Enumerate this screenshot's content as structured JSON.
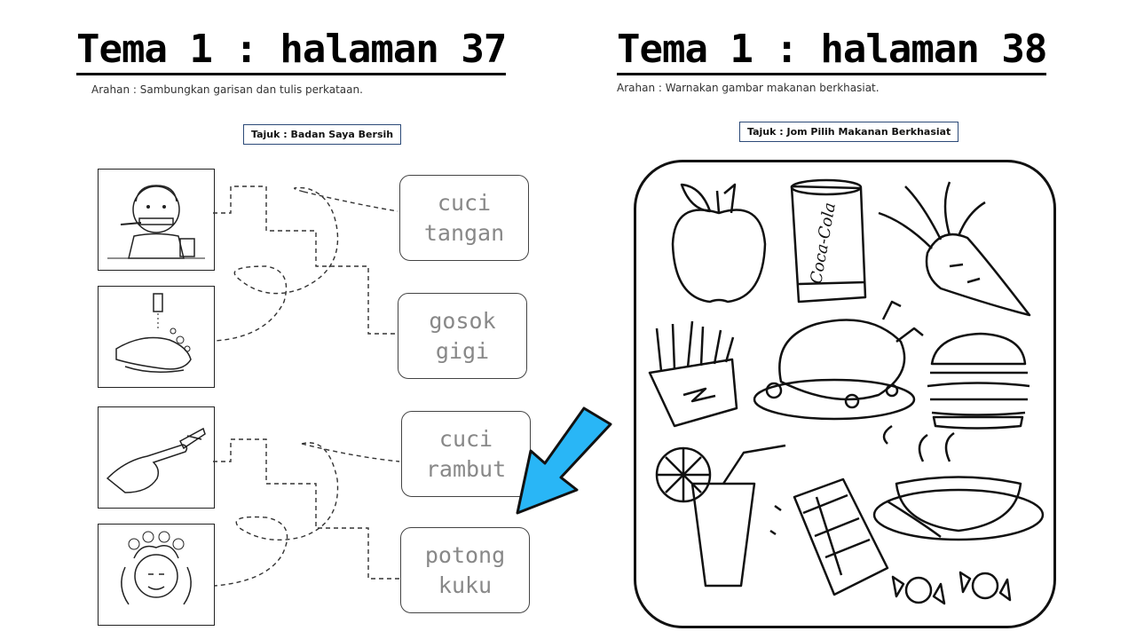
{
  "left": {
    "title": "Tema 1 : halaman 37",
    "instruction": "Arahan : Sambungkan garisan dan tulis perkataan.",
    "topic": "Tajuk : Badan Saya Bersih",
    "pictures": [
      "brushing-teeth",
      "washing-hands",
      "cutting-nails",
      "washing-hair"
    ],
    "words": [
      {
        "line1": "cuci",
        "line2": "tangan"
      },
      {
        "line1": "gosok",
        "line2": "gigi"
      },
      {
        "line1": "cuci",
        "line2": "rambut"
      },
      {
        "line1": "potong",
        "line2": "kuku"
      }
    ]
  },
  "right": {
    "title": "Tema 1 : halaman 38",
    "instruction": "Arahan : Warnakan gambar makanan berkhasiat.",
    "topic": "Tajuk : Jom Pilih Makanan Berkhasiat",
    "can_label": "Coca-Cola",
    "foods": [
      "apple",
      "cola-can",
      "carrot",
      "french-fries",
      "roast-chicken",
      "burger",
      "juice-glass",
      "chocolate-bar",
      "soup-bowl",
      "candies"
    ]
  },
  "arrow_color": "#29b6f6"
}
